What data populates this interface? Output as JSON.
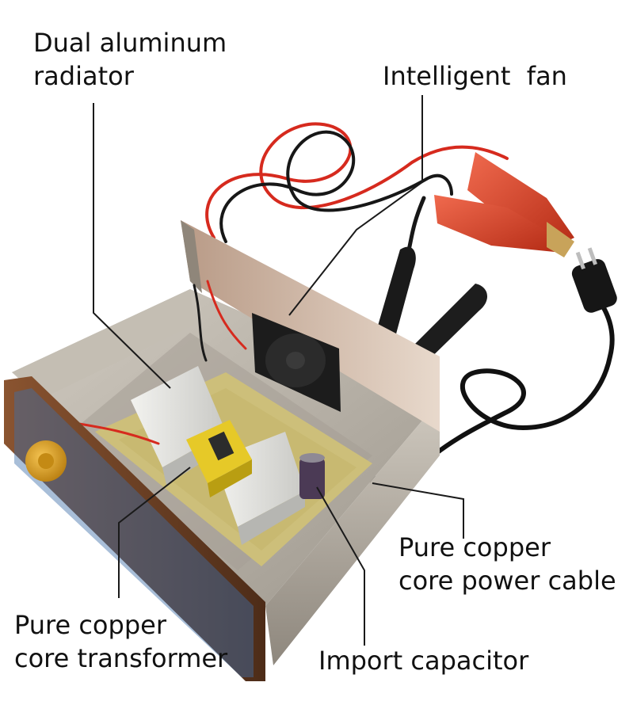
{
  "photo": {
    "subject": "charger-chassis-photo",
    "colors": {
      "chassis_steel": "#b8b2a8",
      "front_panel_bronze": "#6b3f24",
      "knob_gold": "#d89a1c",
      "pcb_board": "#cdbf7a",
      "heatsink_silver": "#e3e3e0",
      "transformer_yellow": "#e6c928",
      "fan_black": "#1c1c1c",
      "clamp_red": "#d9402a",
      "wire_red": "#d62a1e",
      "cable_black": "#111111"
    }
  },
  "labels": {
    "radiator": [
      "Dual aluminum",
      "radiator"
    ],
    "fan": "Intelligent  fan",
    "power_cable": [
      "Pure copper",
      "core power cable"
    ],
    "transformer": [
      "Pure copper",
      "core transformer"
    ],
    "capacitor": "Import capacitor"
  }
}
